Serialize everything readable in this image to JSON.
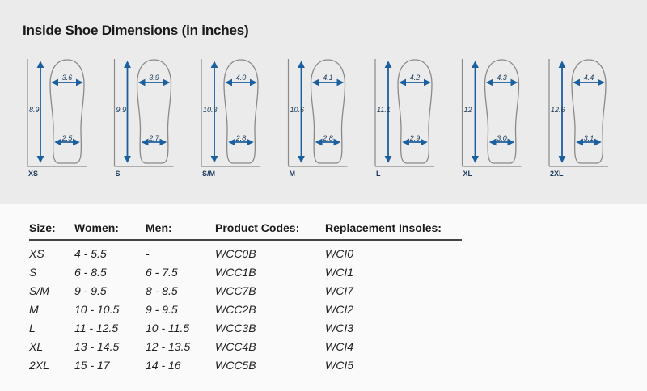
{
  "title": "Inside Shoe Dimensions (in inches)",
  "colors": {
    "arrow": "#1b5f9e",
    "outline": "#8a8a8a",
    "text": "#1c3b5c"
  },
  "insoles": [
    {
      "size": "XS",
      "length": "8.9",
      "width_top": "3.6",
      "width_bottom": "2.5"
    },
    {
      "size": "S",
      "length": "9.9",
      "width_top": "3.9",
      "width_bottom": "2.7"
    },
    {
      "size": "S/M",
      "length": "10.3",
      "width_top": "4.0",
      "width_bottom": "2.8"
    },
    {
      "size": "M",
      "length": "10.6",
      "width_top": "4.1",
      "width_bottom": "2.8"
    },
    {
      "size": "L",
      "length": "11.1",
      "width_top": "4.2",
      "width_bottom": "2.9"
    },
    {
      "size": "XL",
      "length": "12",
      "width_top": "4.3",
      "width_bottom": "3.0"
    },
    {
      "size": "2XL",
      "length": "12.6",
      "width_top": "4.4",
      "width_bottom": "3.1"
    }
  ],
  "table": {
    "headers": [
      "Size:",
      "Women:",
      "Men:",
      "Product Codes:",
      "Replacement Insoles:"
    ],
    "rows": [
      [
        "XS",
        "4 - 5.5",
        "-",
        "WCC0B",
        "WCI0"
      ],
      [
        "S",
        "6 - 8.5",
        "6 - 7.5",
        "WCC1B",
        "WCI1"
      ],
      [
        "S/M",
        "9 - 9.5",
        "8 - 8.5",
        "WCC7B",
        "WCI7"
      ],
      [
        "M",
        "10 - 10.5",
        "9 - 9.5",
        "WCC2B",
        "WCI2"
      ],
      [
        "L",
        "11 - 12.5",
        "10 - 11.5",
        "WCC3B",
        "WCI3"
      ],
      [
        "XL",
        "13 - 14.5",
        "12 - 13.5",
        "WCC4B",
        "WCI4"
      ],
      [
        "2XL",
        "15 - 17",
        "14 - 16",
        "WCC5B",
        "WCI5"
      ]
    ]
  }
}
